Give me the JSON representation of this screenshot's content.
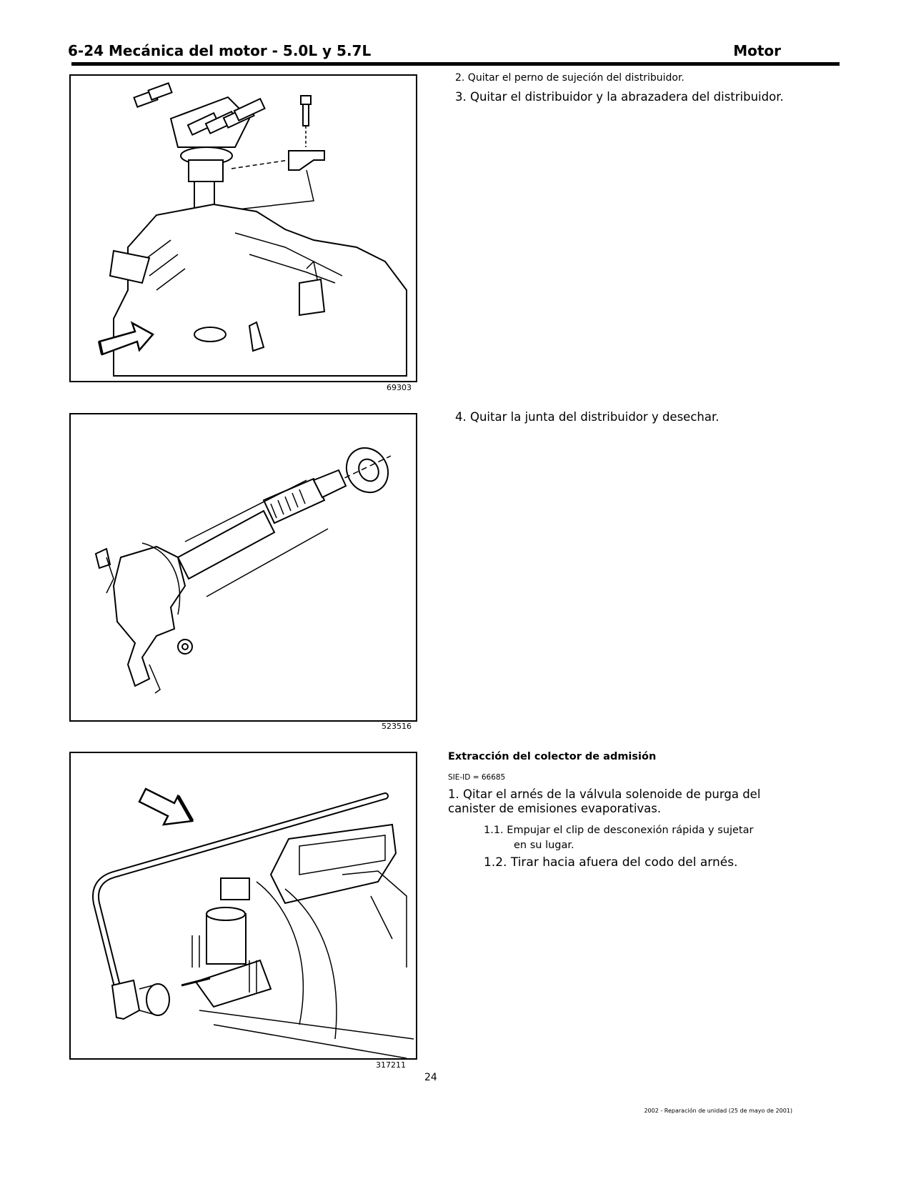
{
  "header": {
    "left_title": "6-24 Mecánica del motor - 5.0L y 5.7L",
    "right_title": "Motor"
  },
  "figures": [
    {
      "id": "69303",
      "subject": "distributor-removal"
    },
    {
      "id": "523516",
      "subject": "distributor-gasket"
    },
    {
      "id": "317211",
      "subject": "evap-purge-solenoid-harness"
    }
  ],
  "block1": {
    "step2": "2. Quitar el perno de sujeción del distribuidor.",
    "step3": "3. Quitar el distribuidor y la abrazadera del distribuidor."
  },
  "block2": {
    "step4": "4. Quitar la junta del distribuidor y desechar."
  },
  "block3": {
    "title": "Extracción del colector de admisión",
    "sie_id": "SIE-ID = 66685",
    "step1_line1": "1. Qitar el arnés de la válvula solenoide de purga del",
    "step1_line2": "canister de emisiones evaporativas.",
    "sub1_line1": "1.1. Empujar el clip de desconexión rápida y sujetar",
    "sub1_line2": "en su lugar.",
    "sub2": "1.2. Tirar hacia afuera del codo del arnés."
  },
  "page_number": "24",
  "footer": "2002 - Reparación de unidad (25 de mayo de 2001)"
}
